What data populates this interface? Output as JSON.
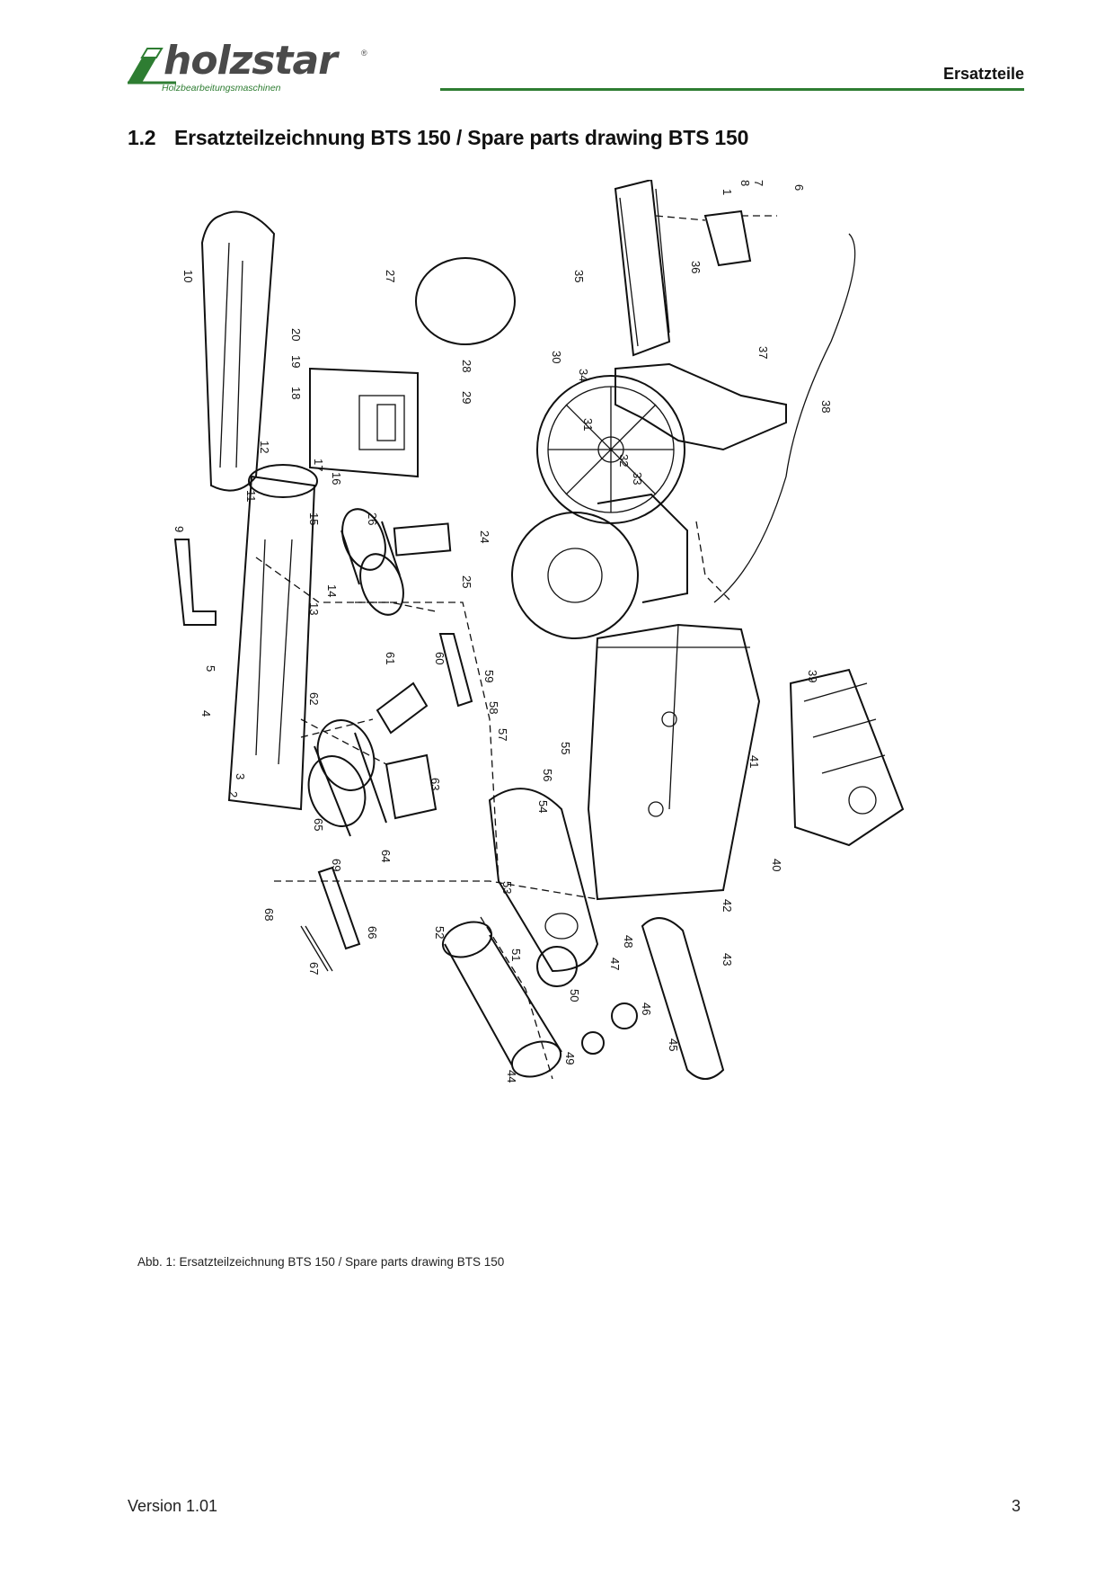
{
  "header": {
    "logo_text": "holzstar",
    "logo_registered": "®",
    "logo_subtitle": "Holzbearbeitungsmaschinen",
    "section": "Ersatzteile"
  },
  "heading": {
    "number": "1.2",
    "text": "Ersatzteilzeichnung BTS 150 / Spare parts drawing BTS 150"
  },
  "drawing": {
    "part_labels": [
      "1",
      "2",
      "3",
      "4",
      "5",
      "6",
      "7",
      "8",
      "9",
      "10",
      "11",
      "12",
      "13",
      "14",
      "15",
      "16",
      "17",
      "18",
      "19",
      "20",
      "24",
      "25",
      "26",
      "27",
      "28",
      "29",
      "30",
      "31",
      "32",
      "33",
      "34",
      "35",
      "36",
      "37",
      "38",
      "39",
      "40",
      "41",
      "42",
      "43",
      "44",
      "45",
      "46",
      "47",
      "48",
      "49",
      "50",
      "51",
      "52",
      "53",
      "54",
      "55",
      "56",
      "57",
      "58",
      "59",
      "60",
      "61",
      "62",
      "63",
      "64",
      "65",
      "66",
      "67",
      "68",
      "69"
    ]
  },
  "caption": "Abb. 1: Ersatzteilzeichnung BTS 150 / Spare parts drawing BTS 150",
  "footer": {
    "version": "Version 1.01",
    "page": "3"
  }
}
